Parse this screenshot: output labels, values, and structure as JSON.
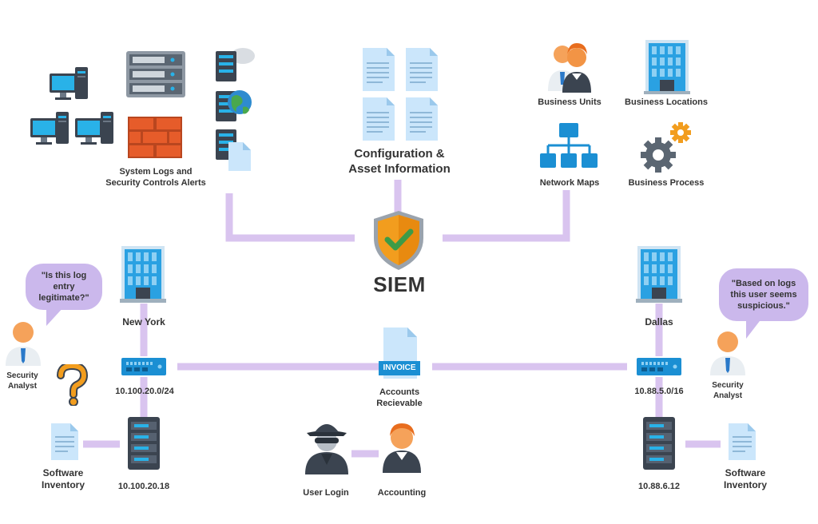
{
  "colors": {
    "connector": "#d9c4ef",
    "bubble": "#cbb8ec",
    "shield_orange": "#f29d1e",
    "shield_check": "#3d9b47",
    "server_dark": "#3b4450",
    "server_accent": "#29b2e8",
    "brick": "#e65c2a",
    "doc_blue": "#cbe6fb",
    "building_blue": "#2aa1e2",
    "person_orange": "#f5a25a",
    "question_mark": "#f29d1e",
    "text": "#333333"
  },
  "center": {
    "label": "SIEM",
    "icon": "shield-check-icon"
  },
  "sources": {
    "system_logs": {
      "label_line1": "System Logs and",
      "label_line2": "Security Controls Alerts"
    },
    "config": {
      "label_line1": "Configuration &",
      "label_line2": "Asset Information"
    },
    "business_units": "Business Units",
    "business_locations": "Business Locations",
    "network_maps": "Network Maps",
    "business_process": "Business Process"
  },
  "left_site": {
    "city": "New York",
    "subnet": "10.100.20.0/24",
    "server_ip": "10.100.20.18",
    "inventory_line1": "Software",
    "inventory_line2": "Inventory",
    "analyst_line1": "Security",
    "analyst_line2": "Analyst",
    "bubble": "\"Is this log entry legitimate?\""
  },
  "right_site": {
    "city": "Dallas",
    "subnet": "10.88.5.0/16",
    "server_ip": "10.88.6.12",
    "inventory_line1": "Software",
    "inventory_line2": "Inventory",
    "analyst_line1": "Security",
    "analyst_line2": "Analyst",
    "bubble": "\"Based on logs this user seems suspicious.\""
  },
  "middle": {
    "invoice_badge": "INVOICE",
    "ar_line1": "Accounts",
    "ar_line2": "Recievable",
    "user_login": "User Login",
    "accounting": "Accounting"
  }
}
